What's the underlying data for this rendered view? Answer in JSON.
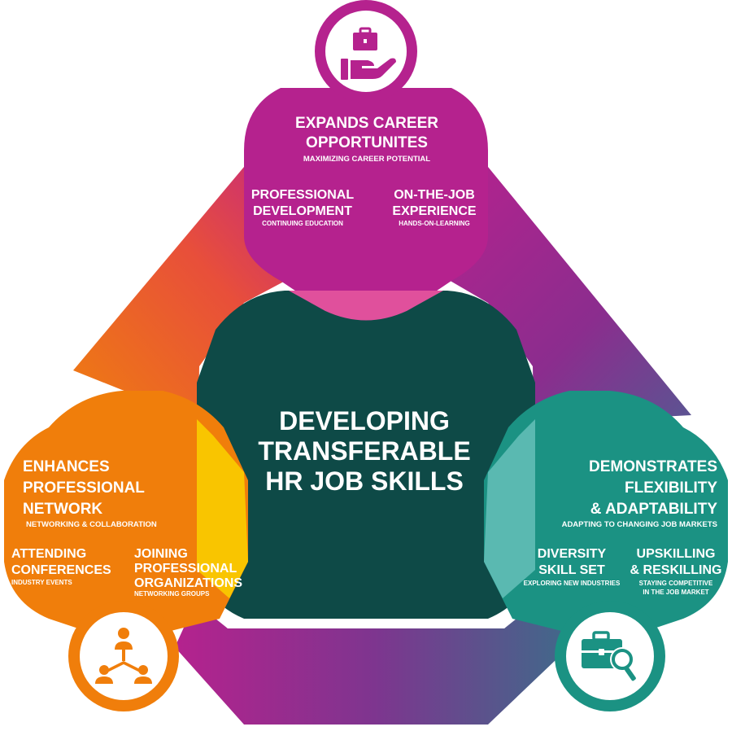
{
  "center": {
    "lines": [
      "DEVELOPING",
      "TRANSFERABLE",
      "HR JOB SKILLS"
    ]
  },
  "top": {
    "title_lines": [
      "EXPANDS CAREER",
      "OPPORTUNITES"
    ],
    "subtitle": "MAXIMIZING CAREER POTENTIAL",
    "items": [
      {
        "title_lines": [
          "PROFESSIONAL",
          "DEVELOPMENT"
        ],
        "note_lines": [
          "CONTINUING EDUCATION"
        ]
      },
      {
        "title_lines": [
          "ON-THE-JOB",
          "EXPERIENCE"
        ],
        "note_lines": [
          "HANDS-ON-LEARNING"
        ]
      }
    ],
    "icon": "hand-holding-briefcase-icon"
  },
  "left": {
    "title_lines": [
      "ENHANCES",
      "PROFESSIONAL",
      "NETWORK"
    ],
    "subtitle": "NETWORKING & COLLABORATION",
    "items": [
      {
        "title_lines": [
          "ATTENDING",
          "CONFERENCES"
        ],
        "note_lines": [
          "INDUSTRY EVENTS"
        ]
      },
      {
        "title_lines": [
          "JOINING",
          "PROFESSIONAL",
          "ORGANIZATIONS"
        ],
        "note_lines": [
          "NETWORKING GROUPS"
        ]
      }
    ],
    "icon": "people-network-icon"
  },
  "right": {
    "title_lines": [
      "DEMONSTRATES",
      "FLEXIBILITY",
      "& ADAPTABILITY"
    ],
    "subtitle": "ADAPTING TO CHANGING JOB MARKETS",
    "items": [
      {
        "title_lines": [
          "DIVERSITY",
          "SKILL SET"
        ],
        "note_lines": [
          "EXPLORING NEW INDUSTRIES"
        ]
      },
      {
        "title_lines": [
          "UPSKILLING",
          "& RESKILLING"
        ],
        "note_lines": [
          "STAYING COMPETITIVE",
          "IN THE JOB MARKET"
        ]
      }
    ],
    "icon": "briefcase-magnifier-icon"
  },
  "colors": {
    "magenta": "#b5228e",
    "orange": "#f07e0b",
    "teal": "#1b9283",
    "center": "#0e4a47",
    "pink_overlap": "#e0509c",
    "yellow_overlap": "#f9c500",
    "teal_overlap": "#5ab9b1",
    "purple": "#8a2c8f"
  }
}
